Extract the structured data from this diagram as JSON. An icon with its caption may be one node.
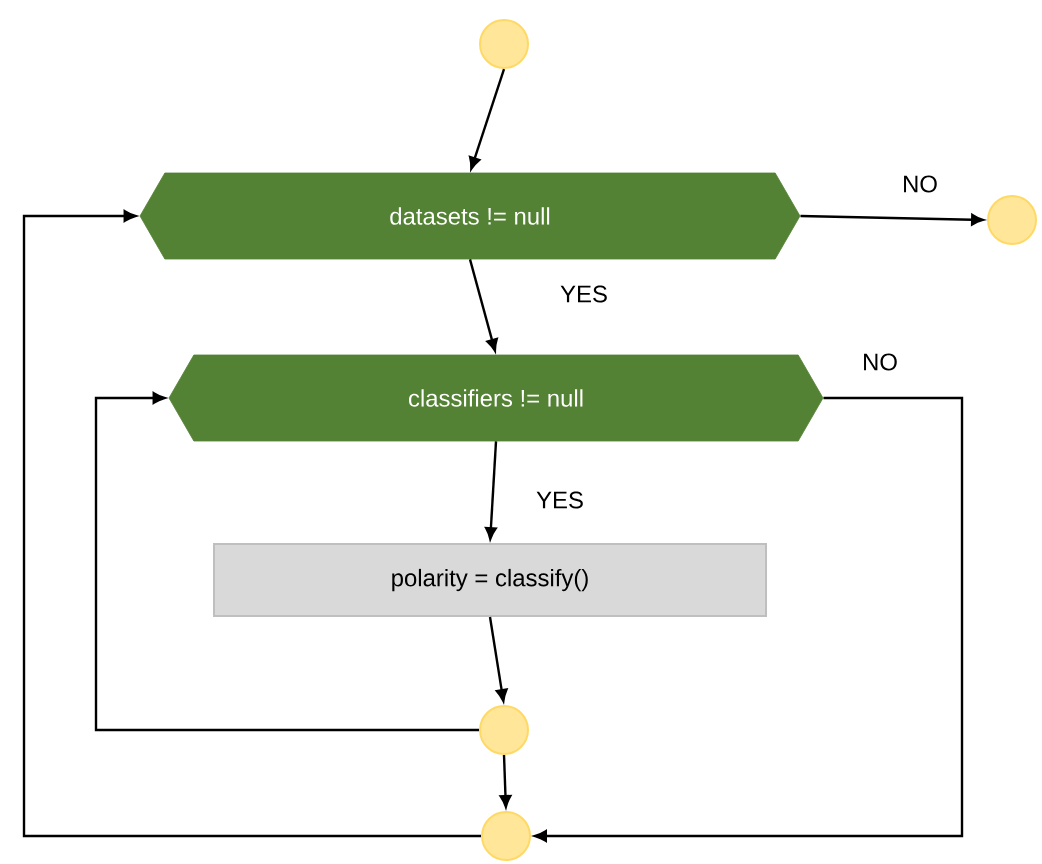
{
  "diagram": {
    "nodes": [
      {
        "text": [],
        "shape": "circle"
      },
      {
        "text": [
          "datasets != null"
        ]
      },
      {
        "text": [],
        "shape": "circle"
      },
      {
        "text": [
          "classifiers != null"
        ]
      },
      {
        "text": [
          "polarity = classify()"
        ]
      },
      {
        "text": [],
        "shape": "circle"
      },
      {
        "text": [],
        "shape": "circle"
      }
    ],
    "edges": [
      {
        "from": 0,
        "to": 1,
        "arrow": "to"
      },
      {
        "from": 1,
        "to": 2,
        "arrow": "to",
        "label": "NO"
      },
      {
        "from": 1,
        "to": 3,
        "arrow": "to",
        "label": "YES"
      },
      {
        "from": 3,
        "to": 4,
        "arrow": "to",
        "label": "YES"
      },
      {
        "from": 4,
        "to": 5,
        "arrow": "to"
      },
      {
        "from": 5,
        "to": 3,
        "arrow": "to"
      },
      {
        "from": 5,
        "to": 6,
        "arrow": "to"
      },
      {
        "from": 6,
        "to": 1,
        "arrow": "to"
      },
      {
        "from": 3,
        "to": 6,
        "arrow": "to",
        "label": "NO"
      }
    ]
  }
}
